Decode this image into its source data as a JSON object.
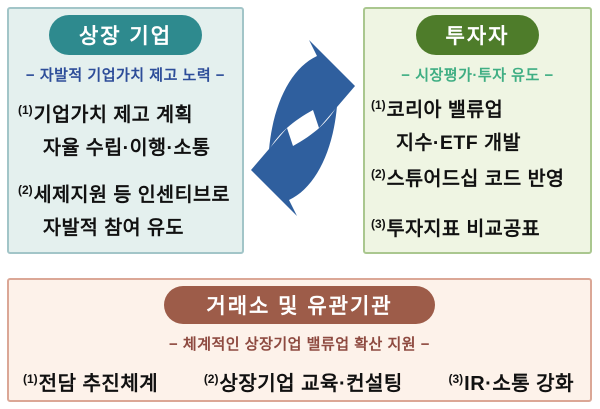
{
  "listed": {
    "title": "상장 기업",
    "subtitle": "− 자발적 기업가치 제고 노력 −",
    "items": [
      {
        "num": "(1)",
        "lines": [
          "기업가치 제고 계획",
          "자율 수립·이행·소통"
        ]
      },
      {
        "num": "(2)",
        "lines": [
          "세제지원 등 인센티브로",
          "자발적 참여 유도"
        ]
      }
    ]
  },
  "investors": {
    "title": "투자자",
    "subtitle": "− 시장평가·투자 유도 −",
    "items": [
      {
        "num": "(1)",
        "lines": [
          "코리아 밸류업",
          "지수·ETF 개발"
        ]
      },
      {
        "num": "(2)",
        "lines": [
          "스튜어드십 코드 반영"
        ]
      },
      {
        "num": "(3)",
        "lines": [
          "투자지표 비교공표"
        ]
      }
    ]
  },
  "exchange": {
    "title": "거래소 및 유관기관",
    "subtitle": "− 체계적인 상장기업 밸류업 확산 지원 −",
    "items": [
      {
        "num": "(1)",
        "text": "전담 추진체계"
      },
      {
        "num": "(2)",
        "text": "상장기업 교육·컨설팅"
      },
      {
        "num": "(3)",
        "text": "IR·소통 강화"
      }
    ]
  },
  "icons": {
    "center": "two-way-cycle-swap-arrows"
  },
  "colors": {
    "listed_pill": "#2e8a8e",
    "listed_bg": "#e4f0ee",
    "listed_subtitle": "#2d4d99",
    "investors_pill": "#4e7c2a",
    "investors_bg": "#eff5e3",
    "investors_subtitle": "#3fae83",
    "exchange_pill": "#9d5c49",
    "exchange_bg": "#fdf2ea",
    "exchange_subtitle": "#8e4a40",
    "arrows": "#2f5f9e",
    "body_text": "#111111"
  }
}
